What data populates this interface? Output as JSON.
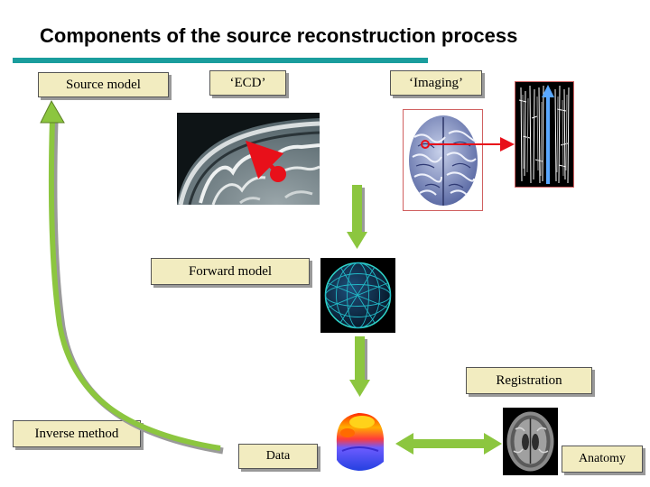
{
  "title": "Components of the source reconstruction process",
  "labels": {
    "source_model": "Source model",
    "ecd": "‘ECD’",
    "imaging": "‘Imaging’",
    "forward_model": "Forward model",
    "registration": "Registration",
    "inverse_method": "Inverse method",
    "data": "Data",
    "anatomy": "Anatomy"
  },
  "colors": {
    "title_rule": "#1a9d9d",
    "label_fill": "#f2ecc0",
    "arrow_green": "#8cc63f",
    "source_red": "#e8101a"
  }
}
